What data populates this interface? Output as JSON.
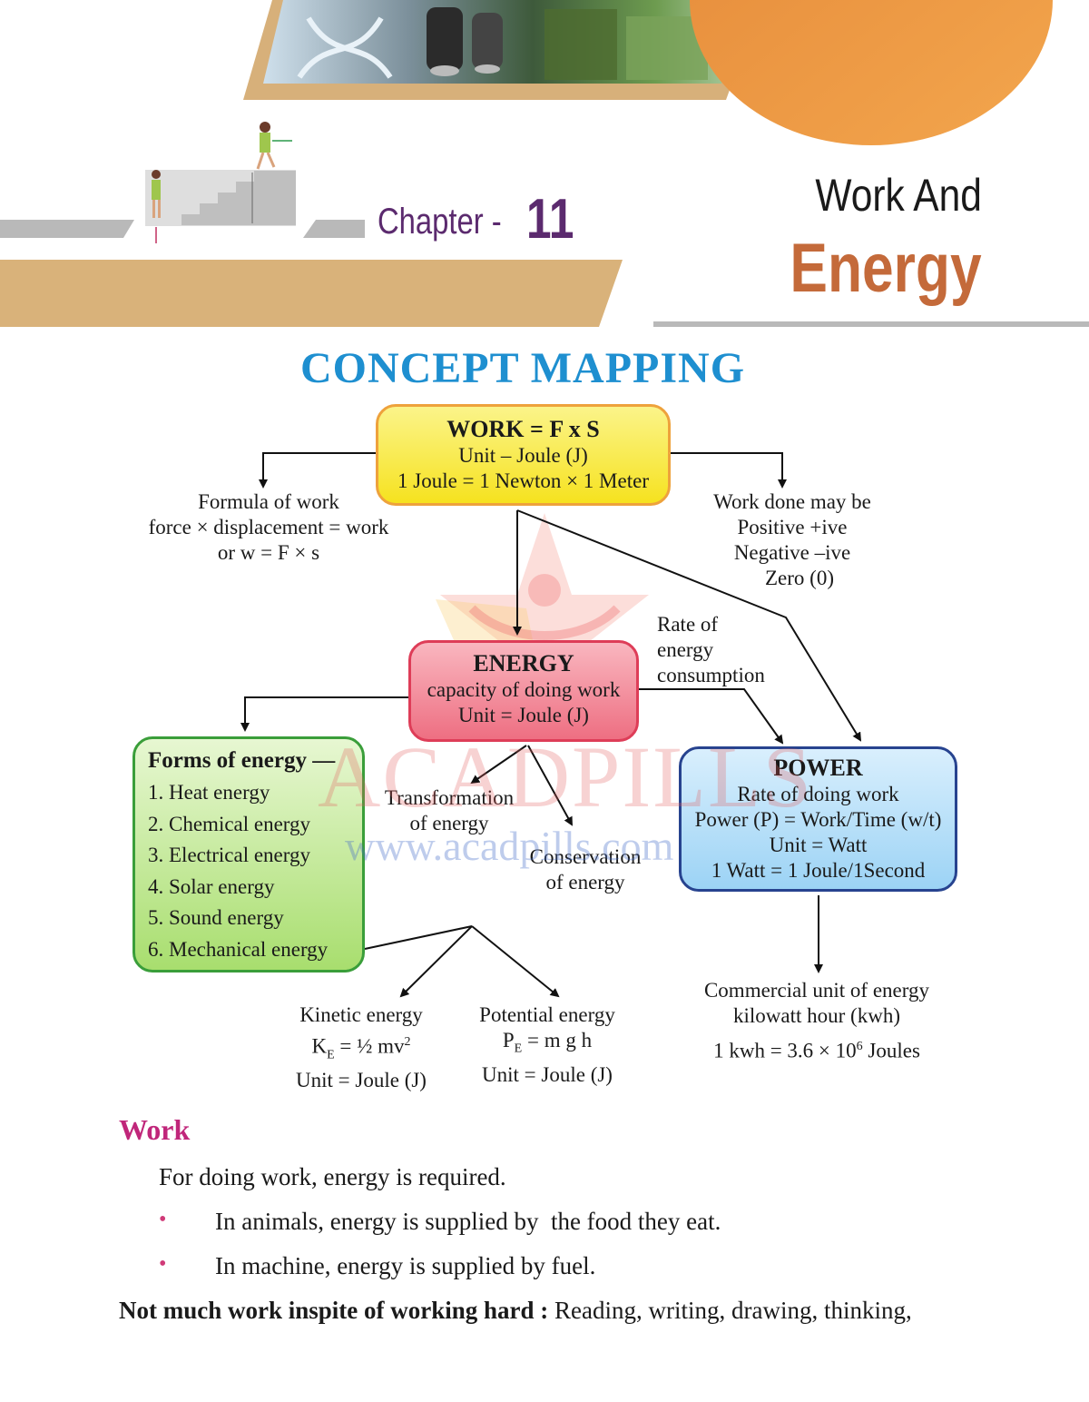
{
  "header": {
    "chapter_label": "Chapter -",
    "chapter_number": "11",
    "title_line1": "Work And",
    "title_line2": "Energy"
  },
  "concept_map": {
    "heading": "CONCEPT MAPPING",
    "work_box": {
      "title": "WORK = F x S",
      "line1": "Unit – Joule (J)",
      "line2": "1 Joule = 1 Newton × 1 Meter"
    },
    "formula_note": {
      "line1": "Formula of work",
      "line2": "force × displacement = work",
      "line3": "or w = F × s"
    },
    "work_done_note": {
      "line1": "Work done may be",
      "line2": "Positive +ive",
      "line3": "Negative –ive",
      "line4": "Zero (0)"
    },
    "rate_note": {
      "line1": "Rate of",
      "line2": "energy",
      "line3": "consumption"
    },
    "energy_box": {
      "title": "ENERGY",
      "line1": "capacity of doing work",
      "line2": "Unit = Joule (J)"
    },
    "forms_box": {
      "title": "Forms of energy —",
      "items": [
        "1. Heat energy",
        "2. Chemical energy",
        "3. Electrical energy",
        "4. Solar energy",
        "5. Sound energy",
        "6. Mechanical energy"
      ]
    },
    "transformation_note": {
      "line1": "Transformation",
      "line2": "of energy"
    },
    "conservation_note": {
      "line1": "Conservation",
      "line2": "of energy"
    },
    "power_box": {
      "title": "POWER",
      "line1": "Rate of doing work",
      "line2": "Power (P) = Work/Time (w/t)",
      "line3": "Unit = Watt",
      "line4": "1 Watt = 1 Joule/1Second"
    },
    "kinetic_note": {
      "title": "Kinetic energy",
      "formula_left": "K",
      "formula_sub": "E",
      "formula_right": " = ½ mv",
      "formula_sup": "2",
      "unit": "Unit = Joule (J)"
    },
    "potential_note": {
      "title": "Potential energy",
      "formula_left": "P",
      "formula_sub": "E",
      "formula_right": " = m g h",
      "unit": "Unit = Joule (J)"
    },
    "commercial_note": {
      "line1": "Commercial unit of energy",
      "line2": "kilowatt hour (kwh)",
      "line3_left": "1 kwh = 3.6 × 10",
      "line3_sup": "6",
      "line3_right": " Joules"
    }
  },
  "watermark": {
    "brand": "ACADPILLS",
    "url": "www.acadpills.com"
  },
  "work_section": {
    "heading": "Work",
    "intro": "For doing work, energy is required.",
    "bullets": [
      "In animals, energy is supplied by  the food they eat.",
      "In machine, energy is supplied by fuel."
    ],
    "last_bold": "Not much work inspite of working hard :",
    "last_rest": " Reading, writing, drawing, thinking,"
  },
  "colors": {
    "chapter_purple": "#5b2a6e",
    "energy_brown": "#c46a3a",
    "heading_blue": "#1e8fd0",
    "section_magenta": "#c0267a",
    "band_tan": "#d9b27a",
    "orange_circle": "#e98b3e"
  }
}
